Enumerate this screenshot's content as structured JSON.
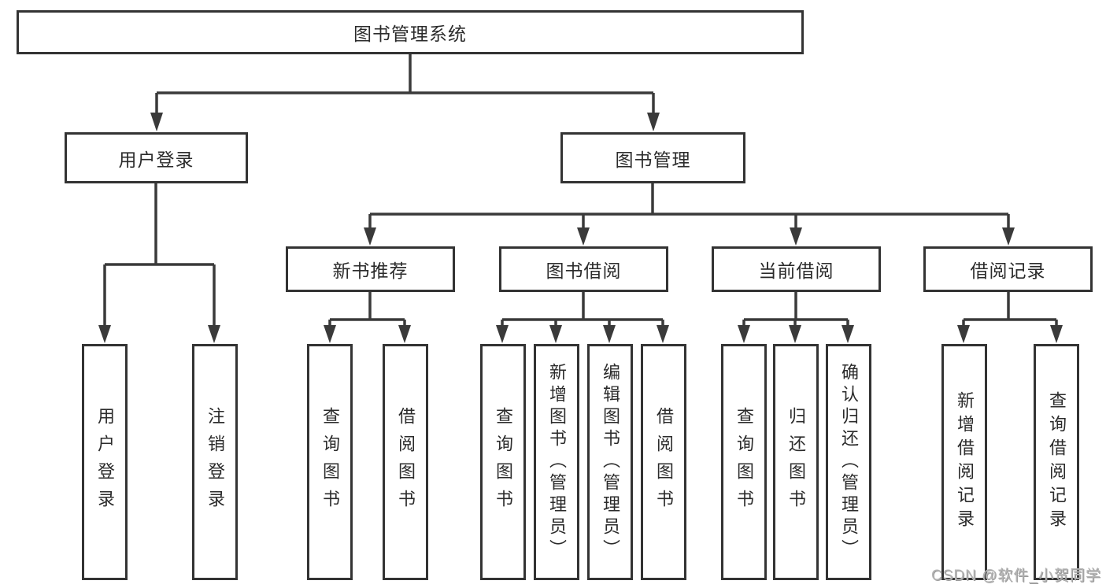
{
  "diagram": {
    "watermark": "CSDN @软件_小贺同学",
    "colors": {
      "background": "#ffffff",
      "line": "#3a3a3a",
      "box_border": "#333333",
      "text": "#2b2b2b",
      "watermark": "#b5b5b5"
    }
  },
  "nodes": [
    {
      "id": "root",
      "label": "图书管理系统",
      "level": 1,
      "parent": null
    },
    {
      "id": "user-login",
      "label": "用户登录",
      "level": 2,
      "parent": "root"
    },
    {
      "id": "book-mgmt",
      "label": "图书管理",
      "level": 2,
      "parent": "root"
    },
    {
      "id": "new-book-rec",
      "label": "新书推荐",
      "level": 3,
      "parent": "book-mgmt"
    },
    {
      "id": "book-borrow",
      "label": "图书借阅",
      "level": 3,
      "parent": "book-mgmt"
    },
    {
      "id": "current-borrow",
      "label": "当前借阅",
      "level": 3,
      "parent": "book-mgmt"
    },
    {
      "id": "borrow-records",
      "label": "借阅记录",
      "level": 3,
      "parent": "book-mgmt"
    },
    {
      "id": "leaf-user-login",
      "label": "用户登录",
      "level": 4,
      "parent": "user-login"
    },
    {
      "id": "leaf-logout",
      "label": "注销登录",
      "level": 4,
      "parent": "user-login"
    },
    {
      "id": "leaf-query-book-rec",
      "label": "查询图书",
      "level": 4,
      "parent": "new-book-rec"
    },
    {
      "id": "leaf-borrow-book-rec",
      "label": "借阅图书",
      "level": 4,
      "parent": "new-book-rec"
    },
    {
      "id": "leaf-query-book-bb",
      "label": "查询图书",
      "level": 4,
      "parent": "book-borrow"
    },
    {
      "id": "leaf-add-book",
      "label": "新增图书（管理员）",
      "level": 4,
      "parent": "book-borrow"
    },
    {
      "id": "leaf-edit-book",
      "label": "编辑图书（管理员）",
      "level": 4,
      "parent": "book-borrow"
    },
    {
      "id": "leaf-borrow-book-bb",
      "label": "借阅图书",
      "level": 4,
      "parent": "book-borrow"
    },
    {
      "id": "leaf-query-book-cur",
      "label": "查询图书",
      "level": 4,
      "parent": "current-borrow"
    },
    {
      "id": "leaf-return-book",
      "label": "归还图书",
      "level": 4,
      "parent": "current-borrow"
    },
    {
      "id": "leaf-confirm-return",
      "label": "确认归还（管理员）",
      "level": 4,
      "parent": "current-borrow"
    },
    {
      "id": "leaf-add-borrow-rec",
      "label": "新增借阅记录",
      "level": 4,
      "parent": "borrow-records"
    },
    {
      "id": "leaf-query-borrow-rec",
      "label": "查询借阅记录",
      "level": 4,
      "parent": "borrow-records"
    }
  ]
}
